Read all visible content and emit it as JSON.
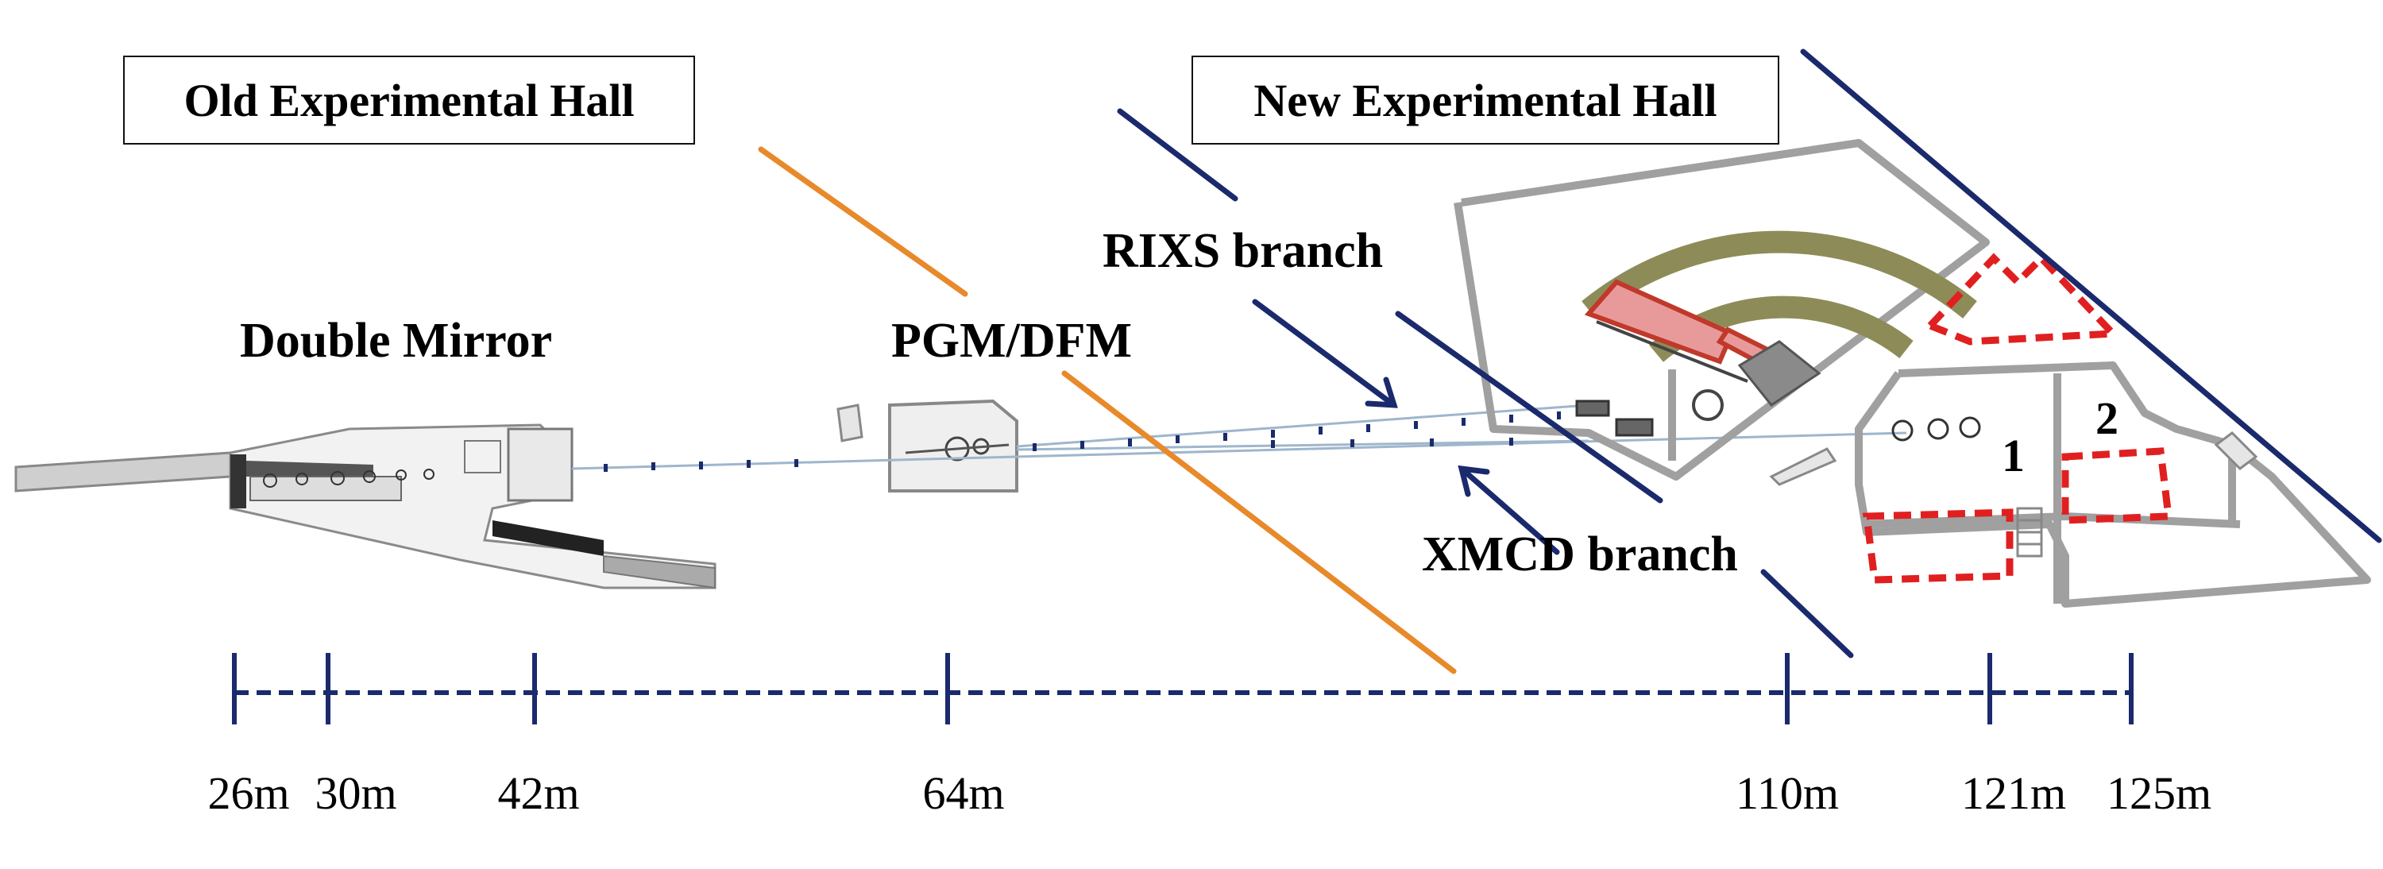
{
  "halls": {
    "old": "Old Experimental Hall",
    "new": "New Experimental Hall"
  },
  "labels": {
    "double_mirror": "Double Mirror",
    "pgm_dfm": "PGM/DFM",
    "rixs": "RIXS branch",
    "xmcd": "XMCD branch",
    "station_1": "1",
    "station_2": "2"
  },
  "scale": {
    "ticks": [
      {
        "label": "26m",
        "value": 26
      },
      {
        "label": "30m",
        "value": 30
      },
      {
        "label": "42m",
        "value": 42
      },
      {
        "label": "64m",
        "value": 64
      },
      {
        "label": "110m",
        "value": 110
      },
      {
        "label": "121m",
        "value": 121
      },
      {
        "label": "125m",
        "value": 125
      }
    ]
  },
  "colors": {
    "navy": "#1a2a6c",
    "orange": "#e8892a",
    "red_dashed": "#e02020",
    "wall": "#9a9a9a",
    "arc": "#8d8c58",
    "dark_block": "#777777",
    "machine_red": "#c0392b"
  }
}
